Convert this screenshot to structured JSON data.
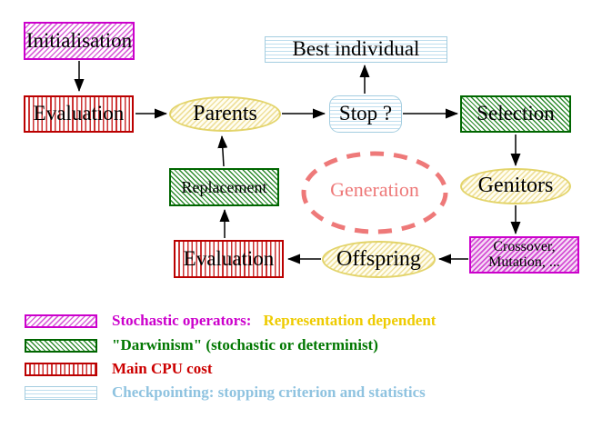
{
  "diagram": {
    "nodes": {
      "initialisation": "Initialisation",
      "evaluation_top": "Evaluation",
      "parents": "Parents",
      "best_individual": "Best individual",
      "stop": "Stop ?",
      "selection": "Selection",
      "genitors": "Genitors",
      "crossover_line1": "Crossover,",
      "crossover_line2": "Mutation, ...",
      "offspring": "Offspring",
      "evaluation_bottom": "Evaluation",
      "replacement": "Replacement",
      "generation": "Generation"
    },
    "colors": {
      "stochastic_magenta": "#cc00cc",
      "darwinism_green": "#006600",
      "cpu_red": "#bb0000",
      "checkpoint_cyan": "#a4cde0",
      "population_yellow": "#e3d46a",
      "generation_salmon": "#ee7979",
      "arrow_black": "#000000",
      "representation_gold": "#eecb00"
    }
  },
  "legend": {
    "items": [
      {
        "label": "Stochastic operators:",
        "label2": "Representation dependent"
      },
      {
        "label": "\"Darwinism\" (stochastic or determinist)"
      },
      {
        "label": "Main CPU cost"
      },
      {
        "label": "Checkpointing: stopping criterion and statistics"
      }
    ]
  }
}
